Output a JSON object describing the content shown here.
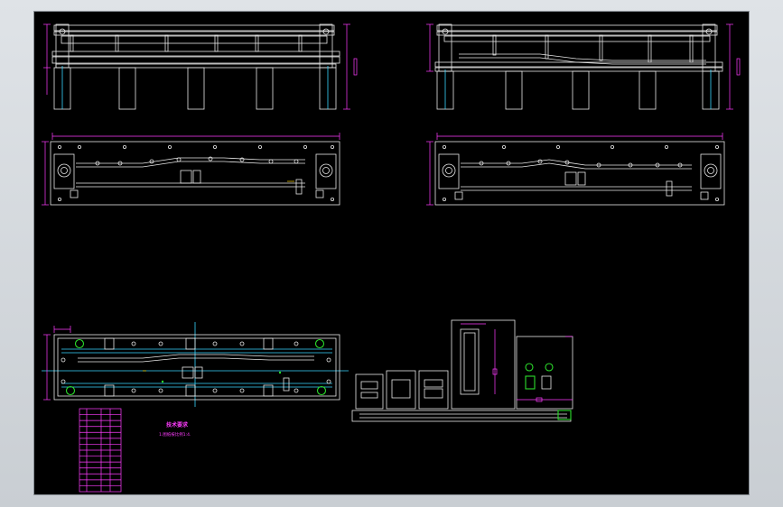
{
  "colors": {
    "background": "#000000",
    "frame": "#d4d8dc",
    "outline": "#e8e8e8",
    "dimension": "#ff3cff",
    "centerline": "#39d6ff",
    "highlight": "#2bdc2b",
    "accent": "#ffd700"
  },
  "views": {
    "front_left": {
      "name": "front-elevation-left"
    },
    "front_right": {
      "name": "front-elevation-right"
    },
    "plan_left": {
      "name": "plan-view-left"
    },
    "plan_right": {
      "name": "plan-view-right"
    },
    "base_plan": {
      "name": "base-plate-plan"
    },
    "part_details": {
      "name": "part-detail-views"
    }
  },
  "tech_notes": {
    "title": "技术要求",
    "line1": "1.图纸按比例1:4."
  },
  "bom_table": {
    "row_count": 14
  }
}
